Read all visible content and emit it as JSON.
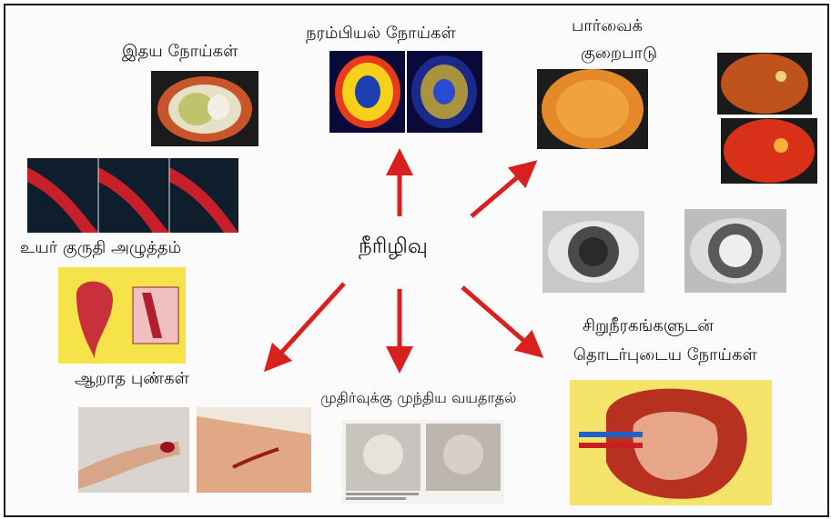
{
  "center": {
    "label": "நீரிழிவு"
  },
  "complications": [
    {
      "label": "இதய நோய்கள்"
    },
    {
      "label": "நரம்பியல் நோய்கள்"
    },
    {
      "label_line1": "பார்வைக்",
      "label_line2": "குறைபாடு"
    },
    {
      "label": "உயர் குருதி அழுத்தம்"
    },
    {
      "label": "ஆறாத புண்கள்"
    },
    {
      "label": "முதிர்வுக்கு முந்திய வயதாதல்"
    },
    {
      "label_line1": "சிறுநீரகங்களுடன்",
      "label_line2": "தொடர்புடைய நோய்கள்"
    }
  ],
  "colors": {
    "arrow": "#d8201e",
    "border": "#1a1a1a"
  }
}
